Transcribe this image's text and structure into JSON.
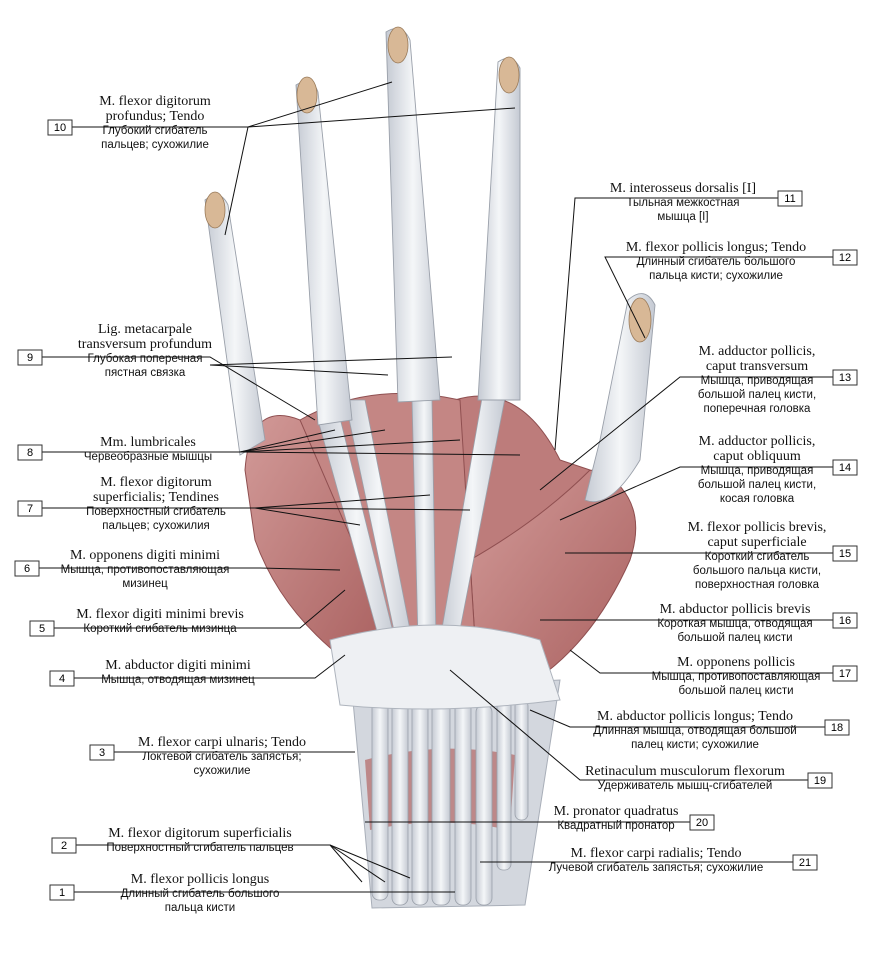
{
  "labels": [
    {
      "n": "10",
      "latin": [
        "M. flexor digitorum",
        "profundus; Tendo"
      ],
      "russian": [
        "Глубокий сгибатель",
        "пальцев; сухожилие"
      ]
    },
    {
      "n": "9",
      "latin": [
        "Lig. metacarpale",
        "transversum profundum"
      ],
      "russian": [
        "Глубокая поперечная",
        "пястная связка"
      ]
    },
    {
      "n": "8",
      "latin": [
        "Mm. lumbricales"
      ],
      "russian": [
        "Червеобразные мышцы"
      ]
    },
    {
      "n": "7",
      "latin": [
        "M. flexor digitorum",
        "superficialis; Tendines"
      ],
      "russian": [
        "Поверхностный сгибатель",
        "пальцев; сухожилия"
      ]
    },
    {
      "n": "6",
      "latin": [
        "M. opponens digiti minimi"
      ],
      "russian": [
        "Мышца, противопоставляющая",
        "мизинец"
      ]
    },
    {
      "n": "5",
      "latin": [
        "M. flexor digiti minimi brevis"
      ],
      "russian": [
        "Короткий сгибатель мизинца"
      ]
    },
    {
      "n": "4",
      "latin": [
        "M. abductor digiti minimi"
      ],
      "russian": [
        "Мышца, отводящая мизинец"
      ]
    },
    {
      "n": "3",
      "latin": [
        "M. flexor carpi ulnaris; Tendo"
      ],
      "russian": [
        "Локтевой сгибатель запястья;",
        "сухожилие"
      ]
    },
    {
      "n": "2",
      "latin": [
        "M. flexor digitorum superficialis"
      ],
      "russian": [
        "Поверхностный сгибатель пальцев"
      ]
    },
    {
      "n": "1",
      "latin": [
        "M. flexor pollicis longus"
      ],
      "russian": [
        "Длинный сгибатель большого",
        "пальца кисти"
      ]
    },
    {
      "n": "11",
      "latin": [
        "M. interosseus dorsalis [I]"
      ],
      "russian": [
        "Тыльная межкостная",
        "мышца [I]"
      ]
    },
    {
      "n": "12",
      "latin": [
        "M. flexor pollicis longus; Tendo"
      ],
      "russian": [
        "Длинный сгибатель большого",
        "пальца кисти; сухожилие"
      ]
    },
    {
      "n": "13",
      "latin": [
        "M. adductor pollicis,",
        "caput transversum"
      ],
      "russian": [
        "Мышца, приводящая",
        "большой палец кисти,",
        "поперечная головка"
      ]
    },
    {
      "n": "14",
      "latin": [
        "M. adductor pollicis,",
        "caput obliquum"
      ],
      "russian": [
        "Мышца, приводящая",
        "большой палец кисти,",
        "косая головка"
      ]
    },
    {
      "n": "15",
      "latin": [
        "M. flexor pollicis brevis,",
        "caput superficiale"
      ],
      "russian": [
        "Короткий сгибатель",
        "большого пальца кисти,",
        "поверхностная головка"
      ]
    },
    {
      "n": "16",
      "latin": [
        "M. abductor pollicis brevis"
      ],
      "russian": [
        "Короткая мышца, отводящая",
        "большой палец кисти"
      ]
    },
    {
      "n": "17",
      "latin": [
        "M. opponens pollicis"
      ],
      "russian": [
        "Мышца, противопоставляющая",
        "большой палец кисти"
      ]
    },
    {
      "n": "18",
      "latin": [
        "M. abductor pollicis longus; Tendo"
      ],
      "russian": [
        "Длинная мышца, отводящая большой",
        "палец кисти; сухожилие"
      ]
    },
    {
      "n": "19",
      "latin": [
        "Retinaculum musculorum flexorum"
      ],
      "russian": [
        "Удерживатель мышц-сгибателей"
      ]
    },
    {
      "n": "20",
      "latin": [
        "M. pronator quadratus"
      ],
      "russian": [
        "Квадратный пронатор"
      ]
    },
    {
      "n": "21",
      "latin": [
        "M. flexor carpi radialis; Tendo"
      ],
      "russian": [
        "Лучевой сгибатель запястья; сухожилие"
      ]
    }
  ],
  "colors": {
    "muscle": "#c98a8a",
    "muscle_dark": "#a45c5e",
    "tendon": "#e9ecef",
    "tendon_shade": "#c9ced6",
    "bone": "#d8b896",
    "line": "#111111"
  }
}
